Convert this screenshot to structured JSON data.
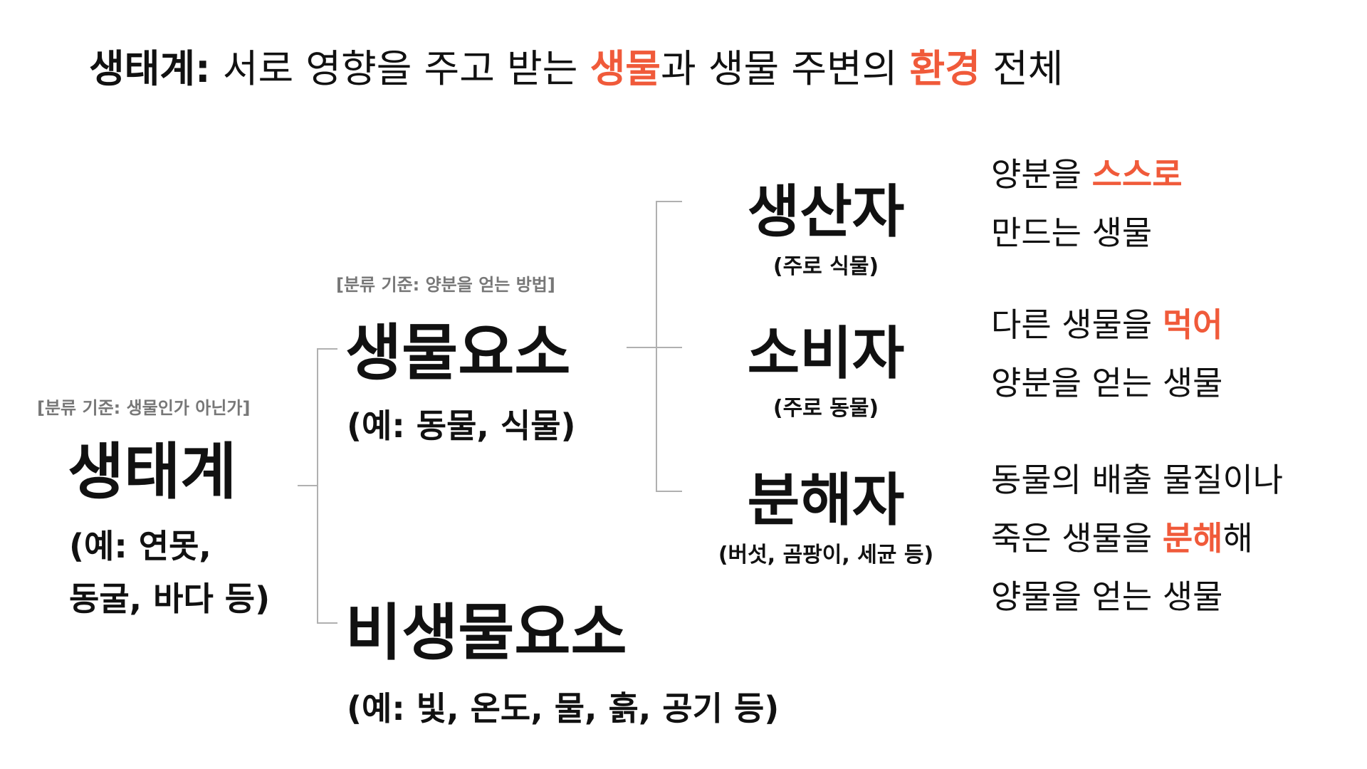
{
  "title": {
    "term": "생태계:",
    "part1": " 서로 영향을 주고 받는 ",
    "hl1": "생물",
    "part2": "과 생물 주변의 ",
    "hl2": "환경",
    "part3": " 전체"
  },
  "ecosystem": {
    "criteria": "[분류 기준: 생물인가 아닌가]",
    "name": "생태계",
    "example_line1": "(예: 연못,",
    "example_line2": "동굴, 바다 등)"
  },
  "biotic": {
    "criteria": "[분류 기준: 양분을 얻는 방법]",
    "name": "생물요소",
    "example": "(예: 동물, 식물)"
  },
  "abiotic": {
    "name": "비생물요소",
    "example": "(예: 빛, 온도, 물, 흙, 공기 등)"
  },
  "roles": [
    {
      "name": "생산자",
      "sub": "(주로 식물)",
      "desc": {
        "l1_pre": "양분을 ",
        "l1_hl": "스스로",
        "l1_post": "",
        "l2": "만드는 생물",
        "l3": ""
      }
    },
    {
      "name": "소비자",
      "sub": "(주로 동물)",
      "desc": {
        "l1_pre": "다른 생물을 ",
        "l1_hl": "먹어",
        "l1_post": "",
        "l2": "양분을 얻는 생물",
        "l3": ""
      }
    },
    {
      "name": "분해자",
      "sub": "(버섯, 곰팡이, 세균 등)",
      "desc": {
        "l1_pre": "동물의 배출 물질이나",
        "l1_hl": "",
        "l1_post": "",
        "l2_pre": "죽은 생물을 ",
        "l2_hl": "분해",
        "l2_post": "해",
        "l3": "양물을 얻는 생물"
      }
    }
  ],
  "colors": {
    "highlight": "#f05a3a",
    "text": "#111111",
    "criteria": "#777777",
    "line": "#b0b0b0"
  }
}
